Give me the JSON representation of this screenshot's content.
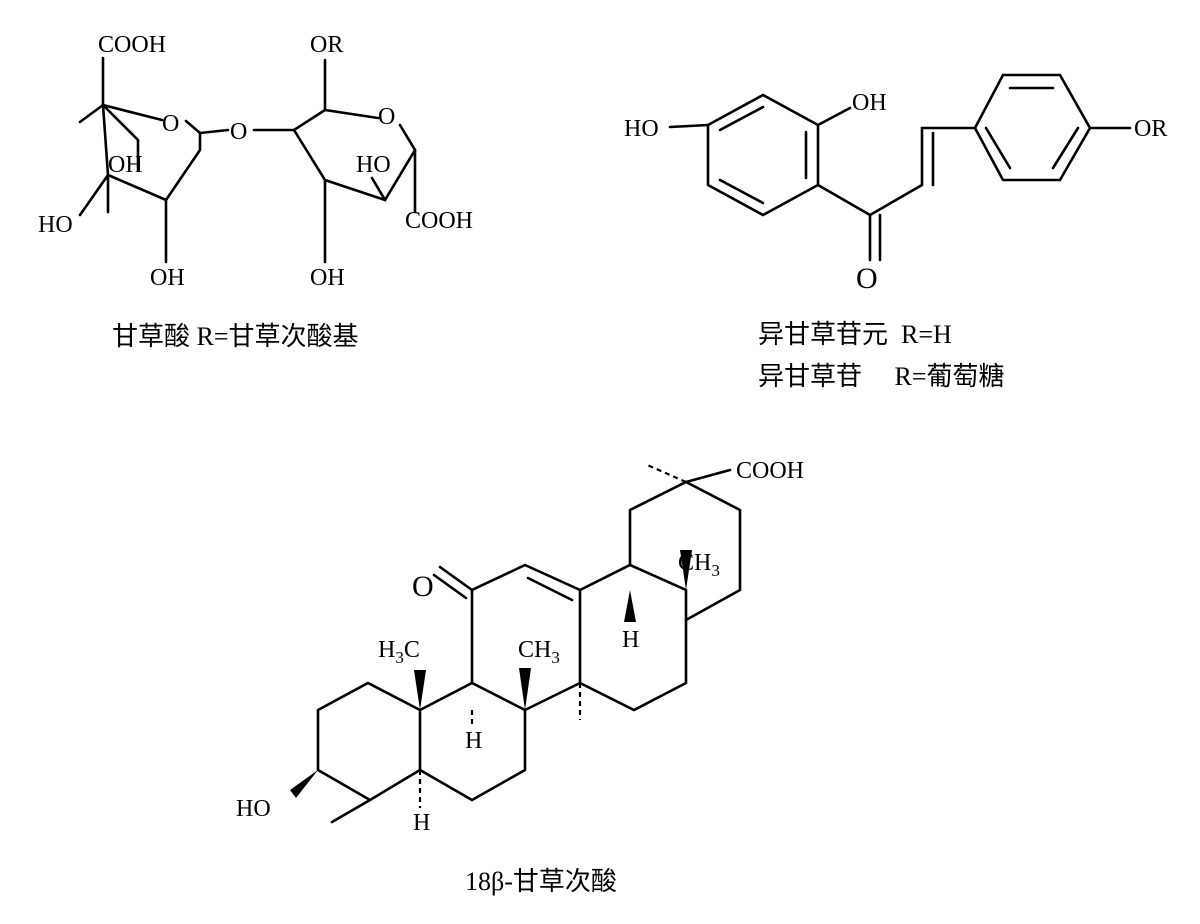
{
  "structures": {
    "glycyrrhizic_acid": {
      "atoms": {
        "cooh_top": "COOH",
        "or_top": "OR",
        "ring_o_left": "O",
        "ring_o_right": "O",
        "bridge_o": "O",
        "oh_left_inner": "OH",
        "ho_left_outer": "HO",
        "oh_left_bottom": "OH",
        "ho_right_inner": "HO",
        "cooh_right": "COOH",
        "oh_right_bottom": "OH"
      },
      "caption": "甘草酸  R=甘草次酸基"
    },
    "isoliquiritin": {
      "atoms": {
        "ho_left": "HO",
        "oh_top": "OH",
        "or_right": "OR",
        "carbonyl_o": "O"
      },
      "caption_line1": "异甘草苷元  R=H",
      "caption_line2": "异甘草苷     R=葡萄糖"
    },
    "glycyrrhetinic_acid": {
      "atoms": {
        "cooh": "COOH",
        "ch3_right": "CH",
        "ch3_right_sub": "3",
        "h_right": "H",
        "carbonyl_o": "O",
        "h3c_left": "H",
        "h3c_left_sub": "3",
        "h3c_left_c": "C",
        "ch3_mid": "CH",
        "ch3_mid_sub": "3",
        "h_mid": "H",
        "ho": "HO",
        "h_bottom": "H"
      },
      "caption": "18β-甘草次酸"
    }
  }
}
